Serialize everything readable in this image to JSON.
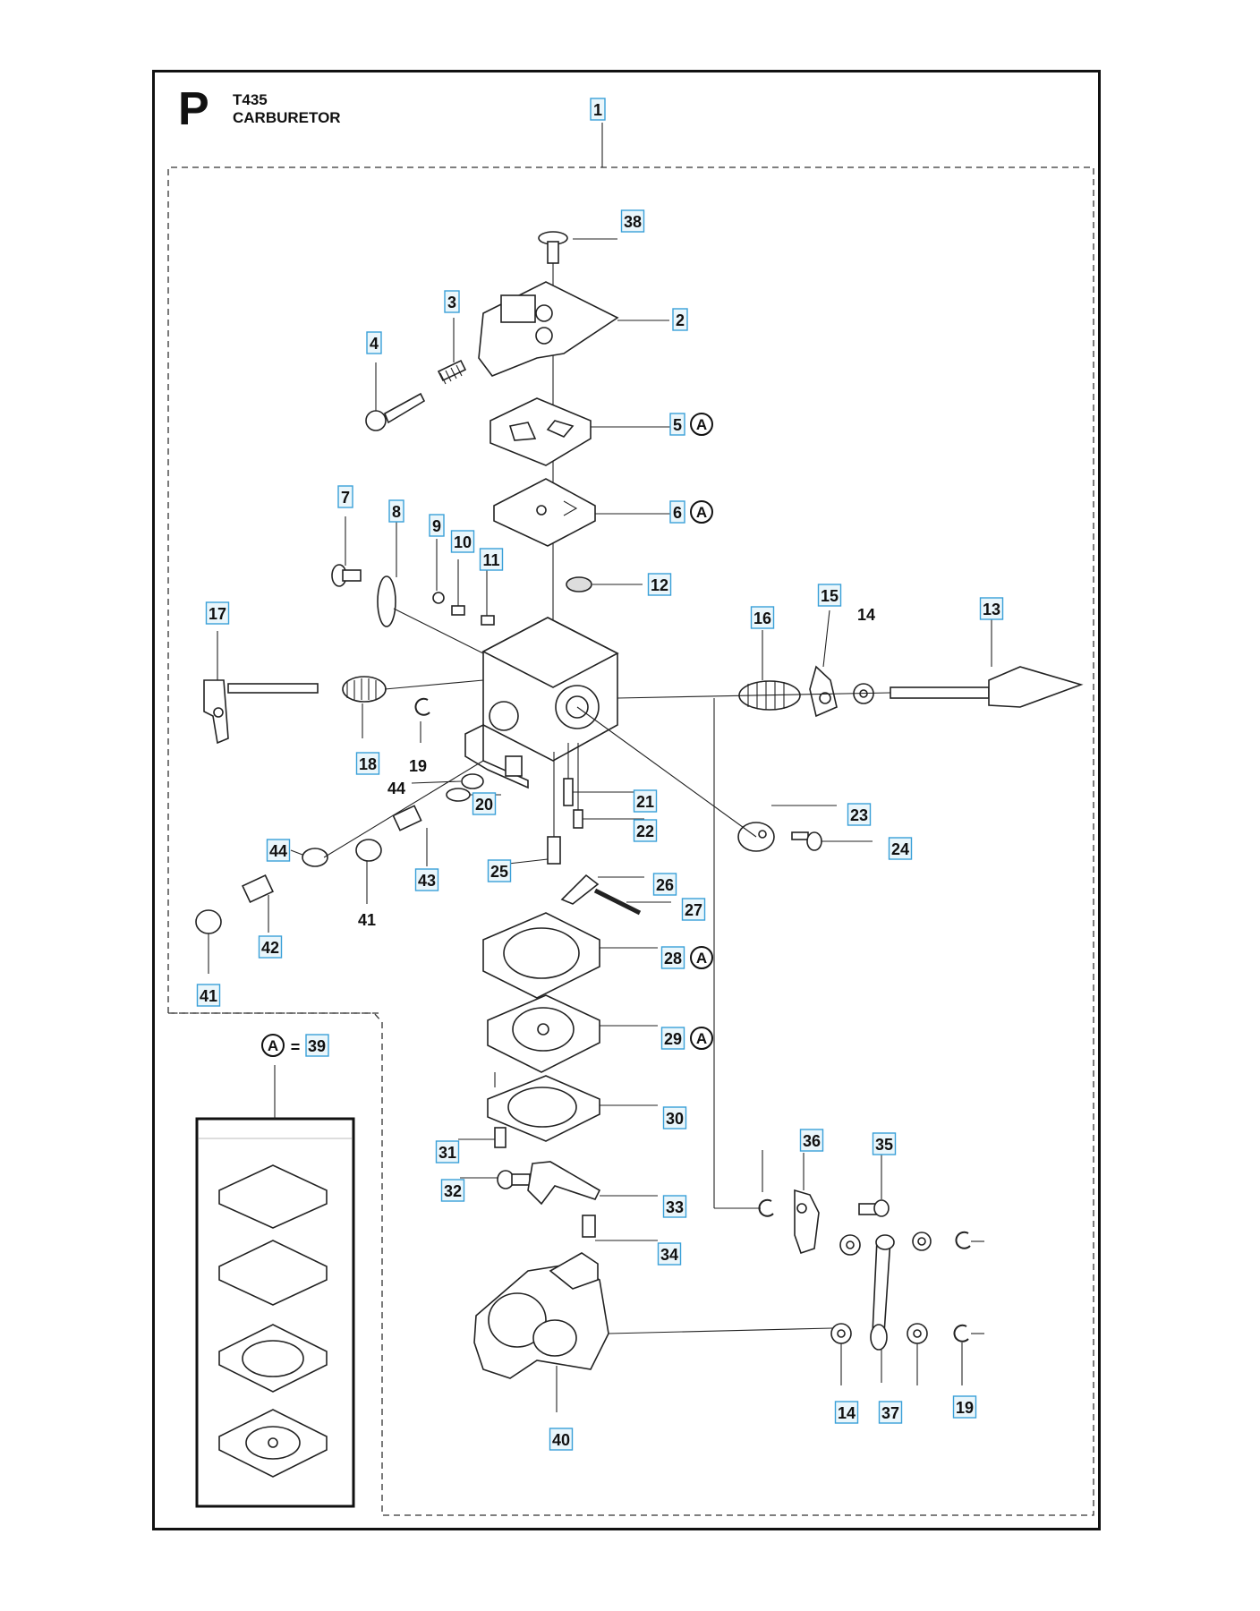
{
  "header": {
    "section_letter": "P",
    "model": "T435",
    "title": "CARBURETOR"
  },
  "kit": {
    "symbol": "A",
    "equals": "=",
    "number": "39"
  },
  "boxed_labels": [
    "1",
    "2",
    "3",
    "4",
    "5",
    "6",
    "7",
    "8",
    "9",
    "10",
    "11",
    "12",
    "13",
    "15",
    "16",
    "17",
    "18",
    "20",
    "21",
    "22",
    "23",
    "24",
    "25",
    "26",
    "27",
    "28",
    "29",
    "30",
    "31",
    "32",
    "33",
    "34",
    "35",
    "36",
    "37",
    "38",
    "40",
    "41",
    "42",
    "43",
    "44",
    "14",
    "19"
  ],
  "plain_labels": [
    "14",
    "19",
    "41",
    "44"
  ],
  "kit_marker_labels": [
    "5",
    "6",
    "28",
    "29"
  ]
}
